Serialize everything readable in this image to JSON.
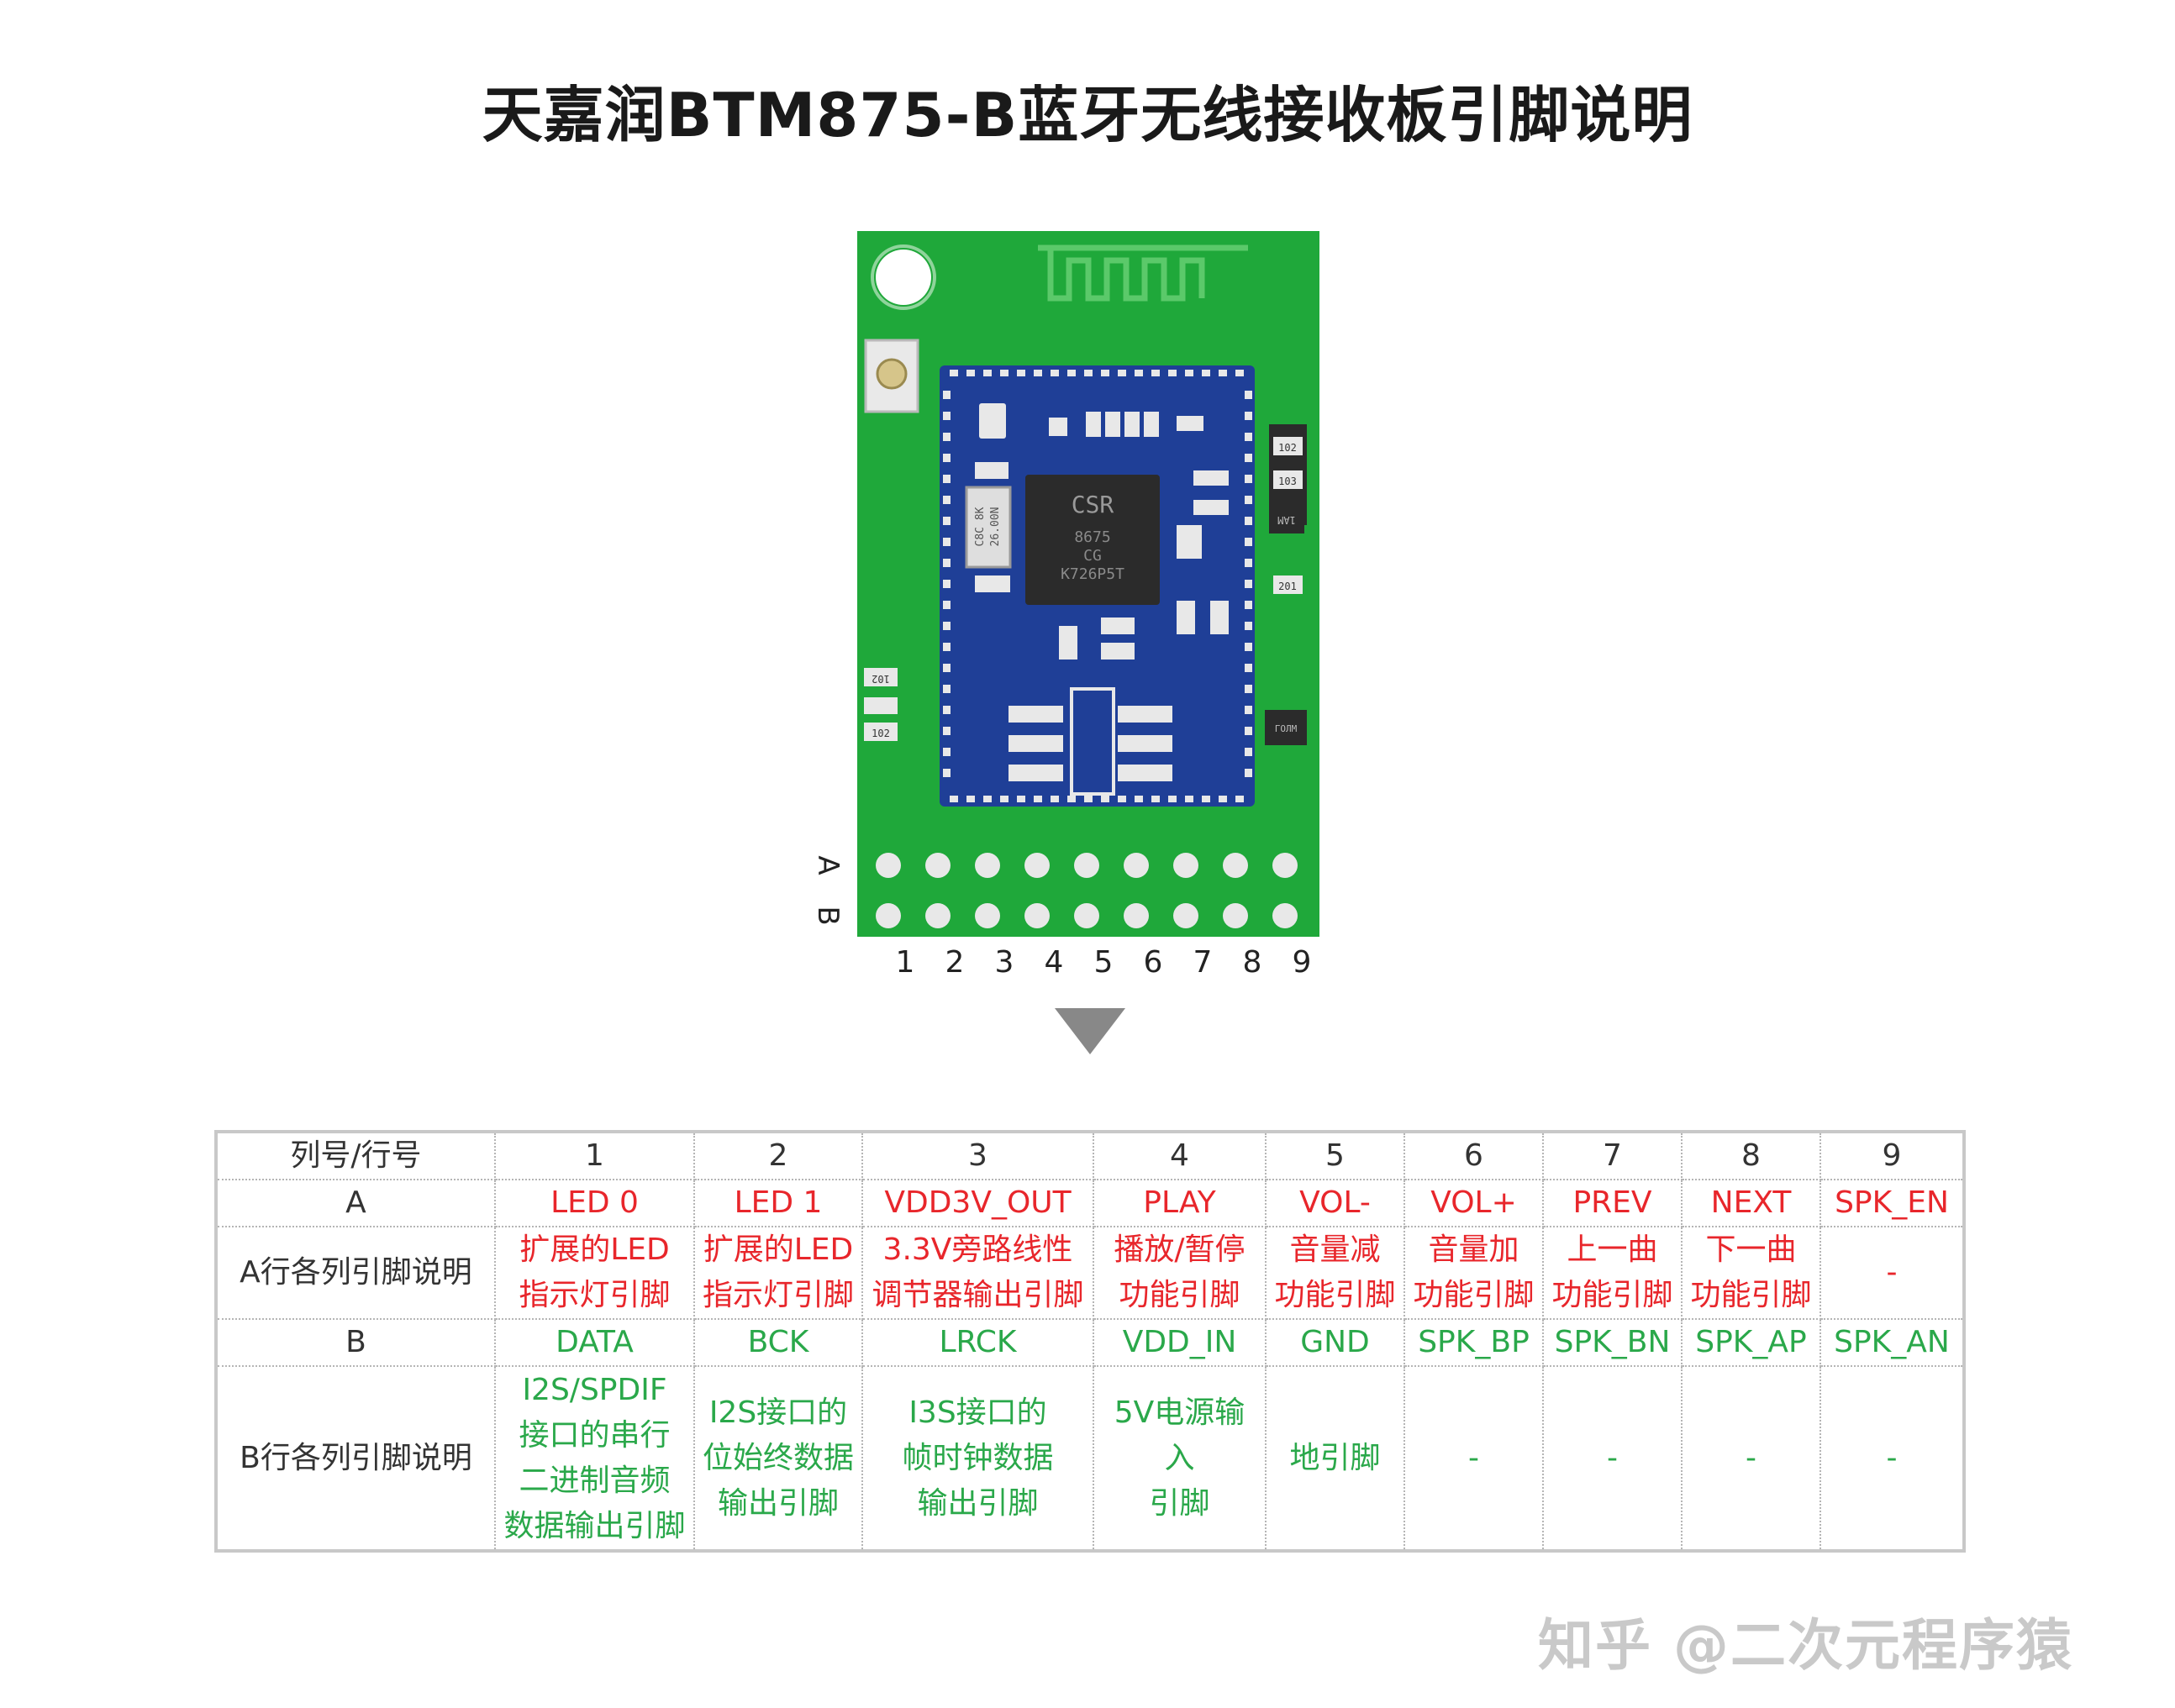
{
  "title": "天嘉润BTM875-B蓝牙无线接收板引脚说明",
  "board": {
    "chip_brand": "CSR",
    "chip_line1": "8675",
    "chip_line2": "CG",
    "chip_line3": "K726P5T",
    "crystal_line1": "C8C 8K",
    "crystal_line2": "26.00N",
    "res_label_1": "102",
    "res_label_2": "103",
    "res_label_3": "201",
    "res_label_4": "102",
    "res_label_5": "102",
    "ic_label_1": "1AM",
    "ic_label_2": "ГОЛМ",
    "row_a": "A",
    "row_b": "B",
    "columns": [
      "1",
      "2",
      "3",
      "4",
      "5",
      "6",
      "7",
      "8",
      "9"
    ],
    "colors": {
      "pcb": "#1fa83a",
      "module": "#1f3f97",
      "chip": "#2b2b2b",
      "pad": "#e8e8e8"
    }
  },
  "table": {
    "header": [
      "列号/行号",
      "1",
      "2",
      "3",
      "4",
      "5",
      "6",
      "7",
      "8",
      "9"
    ],
    "row_a": {
      "label": "A",
      "cells": [
        "LED 0",
        "LED 1",
        "VDD3V_OUT",
        "PLAY",
        "VOL-",
        "VOL+",
        "PREV",
        "NEXT",
        "SPK_EN"
      ]
    },
    "row_a_desc": {
      "label": "A行各列引脚说明",
      "cells": [
        [
          "扩展的LED",
          "指示灯引脚"
        ],
        [
          "扩展的LED",
          "指示灯引脚"
        ],
        [
          "3.3V旁路线性",
          "调节器输出引脚"
        ],
        [
          "播放/暂停",
          "功能引脚"
        ],
        [
          "音量减",
          "功能引脚"
        ],
        [
          "音量加",
          "功能引脚"
        ],
        [
          "上一曲",
          "功能引脚"
        ],
        [
          "下一曲",
          "功能引脚"
        ],
        [
          "-"
        ]
      ]
    },
    "row_b": {
      "label": "B",
      "cells": [
        "DATA",
        "BCK",
        "LRCK",
        "VDD_IN",
        "GND",
        "SPK_BP",
        "SPK_BN",
        "SPK_AP",
        "SPK_AN"
      ]
    },
    "row_b_desc": {
      "label": "B行各列引脚说明",
      "cells": [
        [
          "I2S/SPDIF",
          "接口的串行",
          "二进制音频",
          "数据输出引脚"
        ],
        [
          "I2S接口的",
          "位始终数据",
          "输出引脚"
        ],
        [
          "I3S接口的",
          "帧时钟数据",
          "输出引脚"
        ],
        [
          "5V电源输",
          "入",
          "引脚"
        ],
        [
          "地引脚"
        ],
        [
          "-"
        ],
        [
          "-"
        ],
        [
          "-"
        ],
        [
          "-"
        ]
      ]
    },
    "colors": {
      "red": "#e8262b",
      "green": "#2aa84a"
    }
  },
  "watermark": "知乎 @二次元程序猿"
}
